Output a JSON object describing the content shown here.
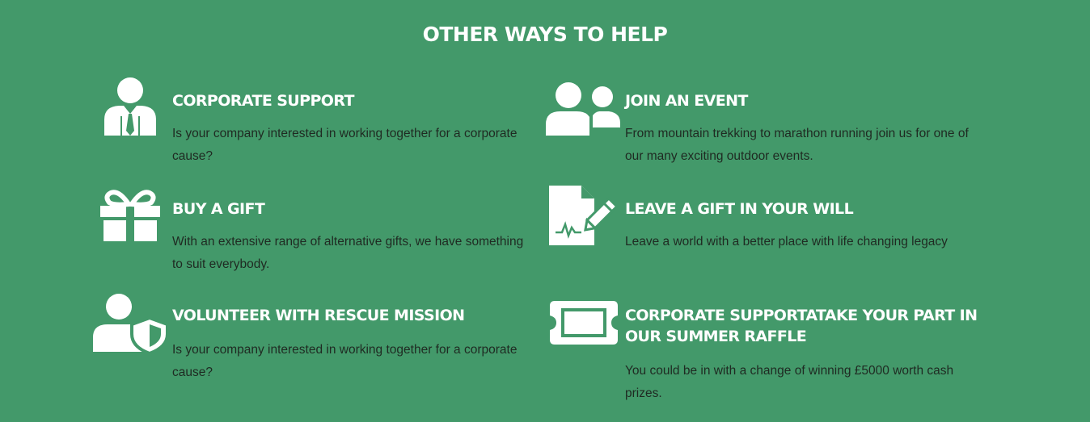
{
  "section": {
    "title": "OTHER WAYS TO HELP"
  },
  "items": [
    {
      "title": "CORPORATE SUPPORT",
      "text": "Is your company interested in working together for a corporate cause?",
      "icon": "businessman-icon"
    },
    {
      "title": "JOIN AN EVENT",
      "text": "From mountain trekking to marathon running join us for one of our many exciting outdoor events.",
      "icon": "group-icon"
    },
    {
      "title": "BUY A GIFT",
      "text": "With an extensive range of alternative gifts, we have something to suit everybody.",
      "icon": "gift-icon"
    },
    {
      "title": "LEAVE A GIFT IN YOUR WILL",
      "text": "Leave a world with a better place with life changing legacy",
      "icon": "signed-document-icon"
    },
    {
      "title": "VOLUNTEER WITH RESCUE MISSION",
      "text": "Is your company interested in working together for a corporate cause?",
      "icon": "volunteer-shield-icon"
    },
    {
      "title": "CORPORATE SUPPORTATAKE YOUR PART IN OUR SUMMER RAFFLE",
      "text": "You could be in with a change of winning £5000 worth cash prizes.",
      "icon": "ticket-icon"
    }
  ]
}
